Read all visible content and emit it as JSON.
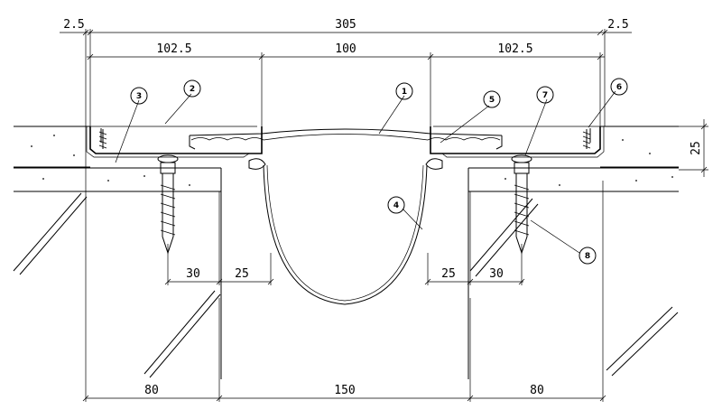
{
  "dimensions": {
    "top_overall": "305",
    "top_left_gap": "2.5",
    "top_right_gap": "2.5",
    "mid_left": "102.5",
    "mid_center": "100",
    "mid_right": "102.5",
    "height_right": "25",
    "anchor_left_a": "30",
    "anchor_left_b": "25",
    "anchor_right_a": "25",
    "anchor_right_b": "30",
    "bottom_left": "80",
    "bottom_center": "150",
    "bottom_right": "80"
  },
  "callouts": [
    "1",
    "2",
    "3",
    "4",
    "5",
    "6",
    "7",
    "8"
  ],
  "colors": {
    "line": "#000000",
    "background": "#ffffff"
  }
}
